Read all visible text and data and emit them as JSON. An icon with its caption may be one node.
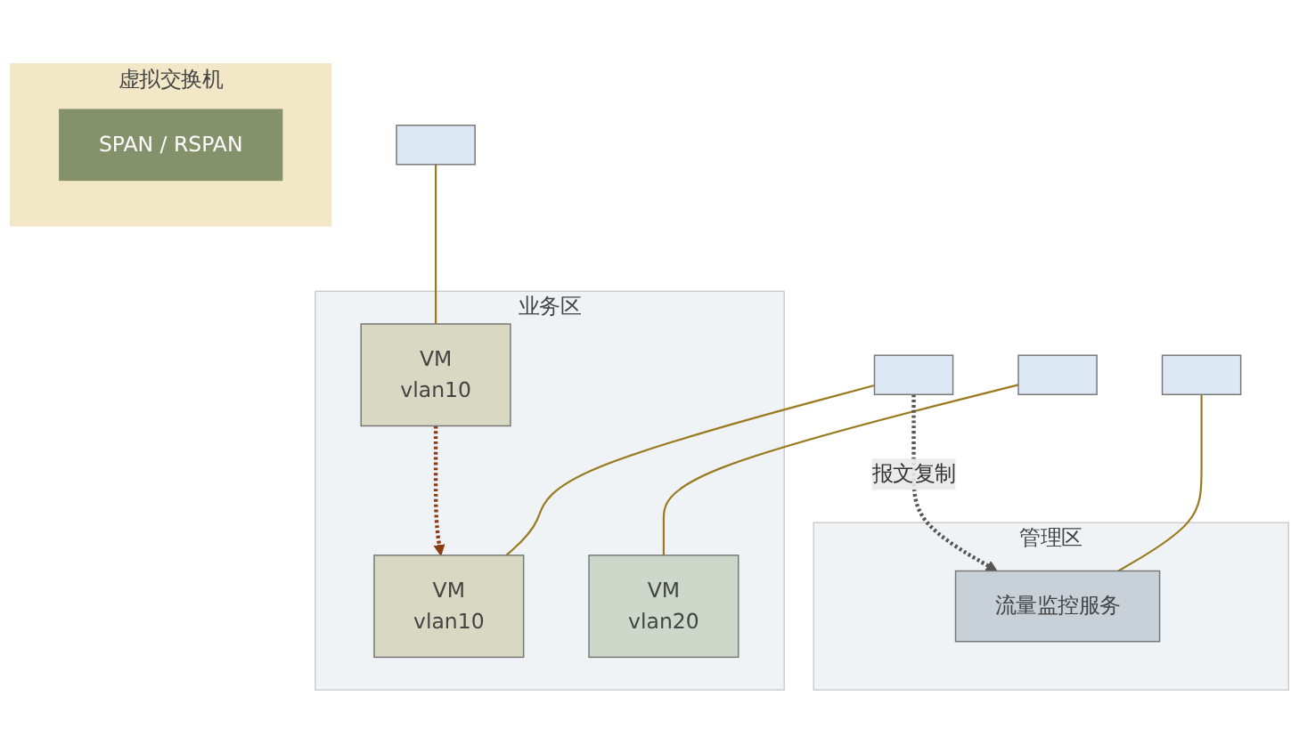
{
  "diagram": {
    "nodes": [
      {
        "text": [
          "虚拟交换机"
        ]
      },
      {
        "text": [
          "SPAN / RSPAN"
        ],
        "in": 0
      },
      {
        "text": [],
        "shape": "box"
      },
      {
        "text": [],
        "shape": "box"
      },
      {
        "text": [],
        "shape": "box"
      },
      {
        "text": [],
        "shape": "box"
      },
      {
        "text": [
          "业务区"
        ]
      },
      {
        "text": [
          "VM",
          "vlan10"
        ],
        "in": 6
      },
      {
        "text": [
          "VM",
          "vlan10"
        ],
        "in": 6
      },
      {
        "text": [
          "VM",
          "vlan20"
        ],
        "in": 6
      },
      {
        "text": [
          "管理区"
        ]
      },
      {
        "text": [
          "流量监控服务"
        ],
        "in": 10
      }
    ],
    "edges": [
      {
        "from": 2,
        "to": 7,
        "arrow": "none"
      },
      {
        "from": 3,
        "to": 8,
        "arrow": "none"
      },
      {
        "from": 4,
        "to": 9,
        "arrow": "none"
      },
      {
        "from": 5,
        "to": 11,
        "arrow": "none"
      },
      {
        "from": 7,
        "to": 8,
        "arrow": "to",
        "style": "dashed",
        "color": "#8b3a12"
      },
      {
        "from": 3,
        "to": 11,
        "arrow": "to",
        "style": "dashed",
        "color": "#555555",
        "label": "报文复制"
      }
    ]
  }
}
